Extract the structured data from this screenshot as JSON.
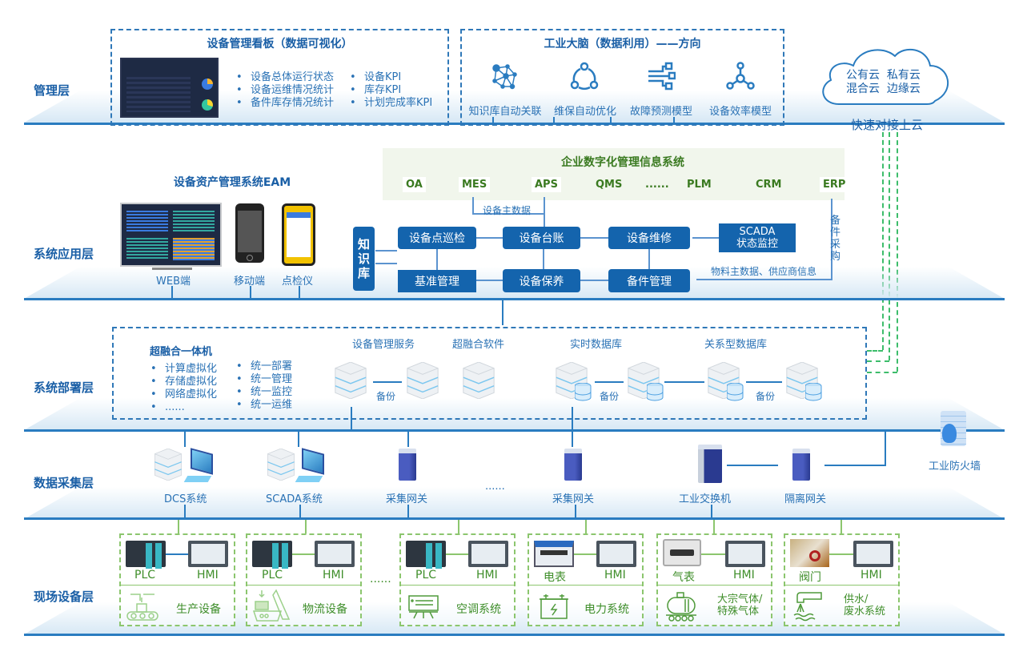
{
  "layers": {
    "management": "管理层",
    "application": "系统应用层",
    "deployment": "系统部署层",
    "collection": "数据采集层",
    "field": "现场设备层"
  },
  "dashboard": {
    "title": "设备管理看板（数据可视化）",
    "bullets_left": [
      "设备总体运行状态",
      "设备运维情况统计",
      "备件库存情况统计"
    ],
    "bullets_right": [
      "设备KPI",
      "库存KPI",
      "计划完成率KPI"
    ]
  },
  "brain": {
    "title": "工业大脑（数据利用）——方向",
    "items": [
      {
        "label": "知识库自动关联",
        "icon": "knowledge-graph-icon"
      },
      {
        "label": "维保自动优化",
        "icon": "cycle-icon"
      },
      {
        "label": "故障预测模型",
        "icon": "flow-branch-icon"
      },
      {
        "label": "设备效率模型",
        "icon": "network-node-icon"
      }
    ]
  },
  "cloud": {
    "line1": "公有云  私有云",
    "line2": "混合云  边缘云",
    "caption": "快速对接上云"
  },
  "eam": {
    "title": "设备资产管理系统EAM",
    "devices": [
      "WEB端",
      "移动端",
      "点检仪"
    ]
  },
  "enterprise": {
    "title": "企业数字化管理信息系统",
    "systems": [
      "OA",
      "MES",
      "APS",
      "QMS",
      "......",
      "PLM",
      "CRM",
      "ERP"
    ]
  },
  "workflow": {
    "knowledge_base": "知识库",
    "inspection": "设备点巡检",
    "ledger": "设备台账",
    "repair": "设备维修",
    "scada_line1": "SCADA",
    "scada_line2": "状态监控",
    "standard": "基准管理",
    "maintenance": "设备保养",
    "spare_parts": "备件管理",
    "master_data_label": "设备主数据",
    "material_label": "物料主数据、供应商信息",
    "procurement_label": "备件采购"
  },
  "deployment": {
    "hci_title": "超融合一体机",
    "bullets_left": [
      "计算虚拟化",
      "存储虚拟化",
      "网络虚拟化",
      "......"
    ],
    "bullets_right": [
      "统一部署",
      "统一管理",
      "统一监控",
      "统一运维"
    ],
    "groups": [
      "设备管理服务",
      "超融合软件",
      "实时数据库",
      "关系型数据库"
    ],
    "backup": "备份"
  },
  "collection": {
    "items": [
      "DCS系统",
      "SCADA系统",
      "采集网关",
      "......",
      "采集网关",
      "工业交换机",
      "隔离网关"
    ],
    "firewall": "工业防火墙"
  },
  "field": {
    "groups": [
      {
        "left": "PLC",
        "right": "HMI",
        "system": "生产设备",
        "icon": "conveyor-robot-icon"
      },
      {
        "left": "PLC",
        "right": "HMI",
        "system": "物流设备",
        "icon": "logistics-icon"
      },
      {
        "left": "PLC",
        "right": "HMI",
        "system": "空调系统",
        "icon": "air-conditioner-icon"
      },
      {
        "left": "电表",
        "right": "HMI",
        "system": "电力系统",
        "icon": "battery-icon"
      },
      {
        "left": "气表",
        "right": "HMI",
        "system": "大宗气体/\n特殊气体",
        "icon": "gas-tank-icon"
      },
      {
        "left": "阀门",
        "right": "HMI",
        "system": "供水/\n废水系统",
        "icon": "faucet-water-icon"
      }
    ],
    "ellipsis": "......"
  },
  "colors": {
    "primary": "#1464ad",
    "line": "#2a7cc0",
    "green": "#8cc66e",
    "green_text": "#3f8e2a",
    "enterprise_bg": "#f1f6ec"
  }
}
